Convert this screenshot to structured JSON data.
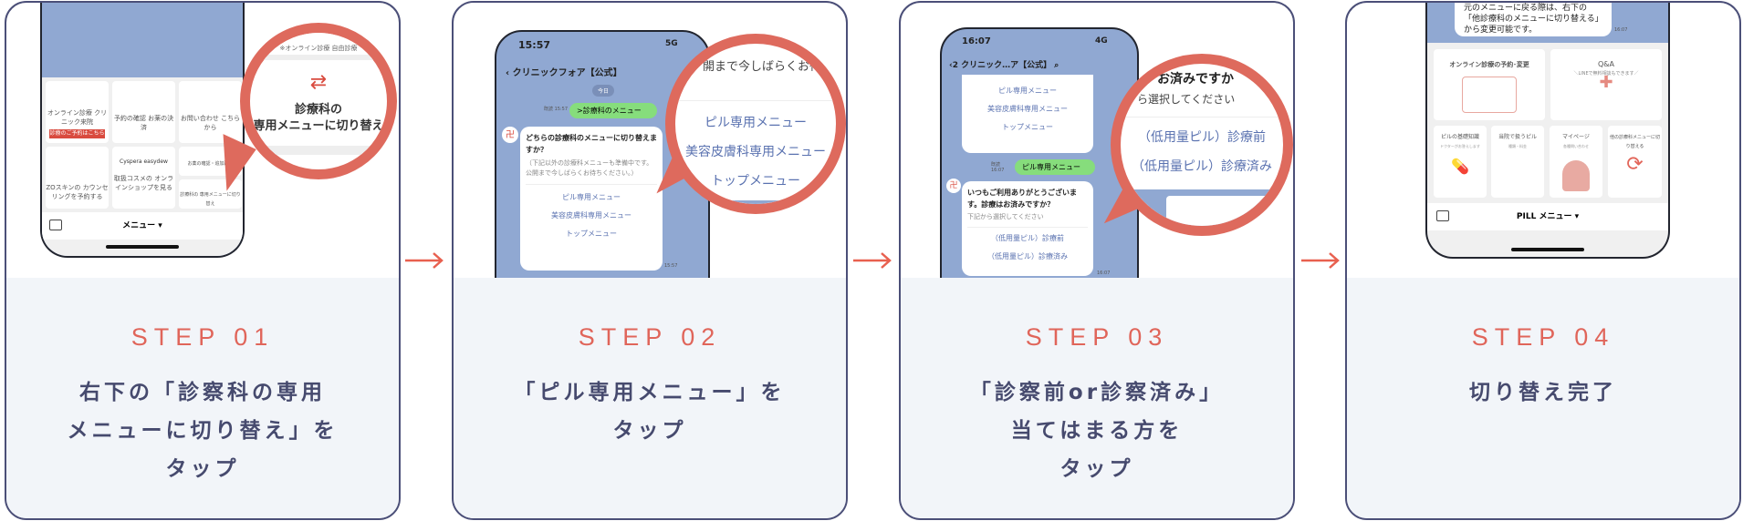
{
  "colors": {
    "accent": "#e0655a",
    "text": "#464a6e",
    "panel": "#f2f5f9",
    "link": "#5a72b0"
  },
  "steps": [
    {
      "step": "STEP 01",
      "lines": [
        "右下の「診察科の専用",
        "メニューに切り替え」を",
        "タップ"
      ],
      "screen": {
        "tiles": [
          "オンライン診療 クリニック来院",
          "予約の確認 お薬の決済",
          "お問い合わせ こちらから",
          "ZOスキンの カウンセリングを予約する",
          "取扱コスメの オンラインショップを見る",
          "お薬の確認・追加配送",
          "診療科の 専用メニューに切り替え"
        ],
        "tile_button": "診療のご予約はこちら",
        "brands": [
          "Cyspera",
          "easydew"
        ],
        "menu_label": "メニュー ▾",
        "zoom_top": "※オンライン診療 自由診療",
        "zoom_line1": "診療科の",
        "zoom_line2": "専用メニューに切り替え"
      }
    },
    {
      "step": "STEP 02",
      "lines": [
        "「ピル専用メニュー」を",
        "タップ"
      ],
      "screen": {
        "time": "15:57",
        "signal": "5G",
        "chat_title": "クリニックフォア【公式】",
        "date": "今日",
        "sent": ">診療科のメニュー",
        "read": "既読 15:57",
        "question": "どちらの診療科のメニューに切り替えますか？",
        "note": "（下記以外の診療科メニューも準備中です。公開まで今しばらくお待ちください。）",
        "options": [
          "ピル専用メニュー",
          "美容皮膚科専用メニュー",
          "トップメニュー"
        ],
        "msg_time": "15:57",
        "zoom_top": "開まで今しばらくお待"
      }
    },
    {
      "step": "STEP 03",
      "lines": [
        "「診察前or診察済み」",
        "当てはまる方を",
        "タップ"
      ],
      "screen": {
        "time": "16:07",
        "signal": "4G",
        "chat_title": "クリニック…ア【公式】",
        "back": "2",
        "prev_options": [
          "ピル専用メニュー",
          "美容皮膚科専用メニュー",
          "トップメニュー"
        ],
        "sent": "ピル専用メニュー",
        "read": "既読 16:07",
        "question": "いつもご利用ありがとうございます。診療はお済みですか？",
        "note": "下記から選択してください",
        "options": [
          "（低用量ピル）診療前",
          "（低用量ピル）診療済み"
        ],
        "msg_time": "16:07",
        "zoom_top": "お済みですか",
        "zoom_sub": "ら選択してください"
      }
    },
    {
      "step": "STEP 04",
      "lines": [
        "切り替え完了"
      ],
      "screen": {
        "msg": "元のメニューに戻る際は、右下の「他診療科のメニューに切り替える」から変更可能です。",
        "msg_time": "16:07",
        "tiles": [
          {
            "title": "オンライン診療の予約･変更",
            "sub": ""
          },
          {
            "title": "Q&A",
            "sub": "＼LINEで無料相談もできます／"
          },
          {
            "title": "ピルの基礎知識",
            "sub": "ドクターがお答えします"
          },
          {
            "title": "当院で扱うピル",
            "sub": "種類・料金"
          },
          {
            "title": "マイページ",
            "sub": "各種問い合わせ"
          },
          {
            "title": "他の診療科メニューに切り替える",
            "sub": ""
          }
        ],
        "menu_label": "PILL メニュー ▾"
      }
    }
  ]
}
